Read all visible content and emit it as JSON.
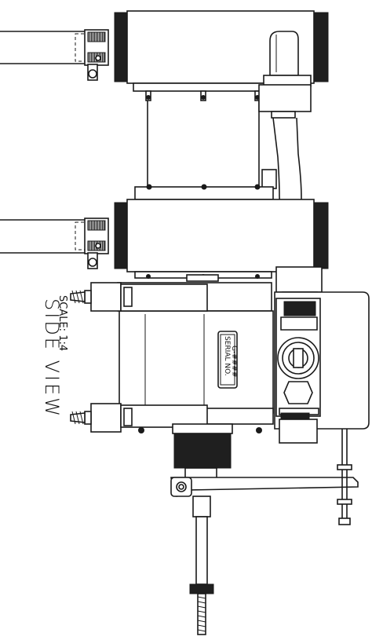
{
  "view_title": "SIDE VIEW",
  "scale_label": "SCALE: 1:4",
  "serial_plate_label": "SERIAL NO.",
  "serial_plate_code": "G-####",
  "colors": {
    "line": "#1a1a1a",
    "knurl_fill": "#1f1f1f",
    "background": "#ffffff"
  }
}
